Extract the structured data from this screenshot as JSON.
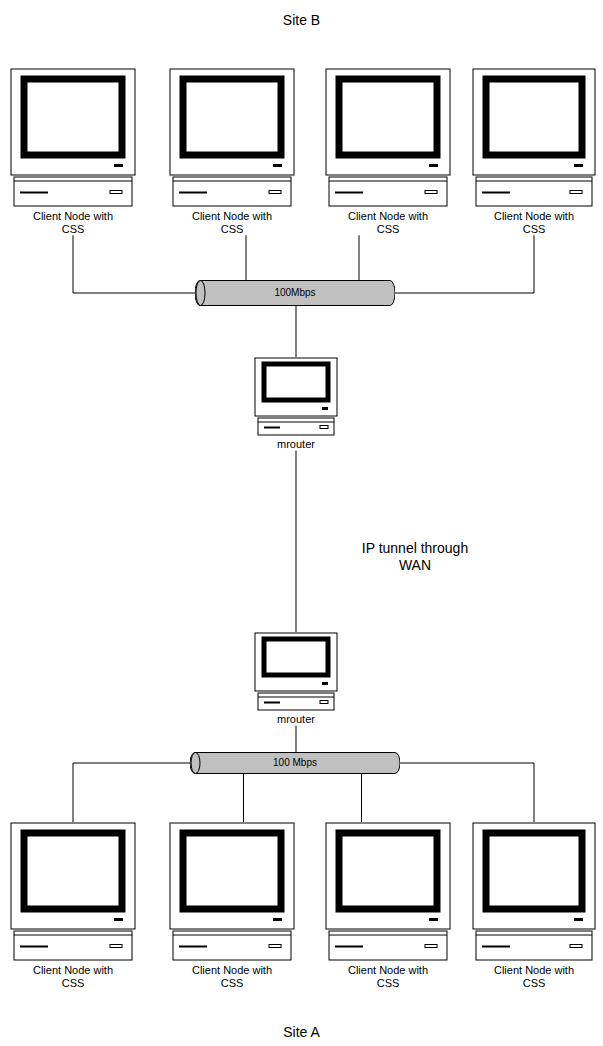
{
  "diagram": {
    "nodes": [
      {
        "text": [
          "Client Node with CSS"
        ]
      },
      {
        "text": [
          "Client Node with CSS"
        ]
      },
      {
        "text": [
          "Client Node with CSS"
        ]
      },
      {
        "text": [
          "Client Node with CSS"
        ]
      },
      {
        "text": [
          "100Mbps"
        ]
      },
      {
        "text": [
          "mrouter"
        ]
      },
      {
        "text": [
          "mrouter"
        ]
      },
      {
        "text": [
          "100 Mbps"
        ]
      },
      {
        "text": [
          "Client Node with CSS"
        ]
      },
      {
        "text": [
          "Client Node with CSS"
        ]
      },
      {
        "text": [
          "Client Node with CSS"
        ]
      },
      {
        "text": [
          "Client Node with CSS"
        ]
      }
    ],
    "edges": [
      {
        "from": 0,
        "to": 4,
        "arrow": "none"
      },
      {
        "from": 1,
        "to": 4,
        "arrow": "none"
      },
      {
        "from": 2,
        "to": 4,
        "arrow": "none"
      },
      {
        "from": 3,
        "to": 4,
        "arrow": "none"
      },
      {
        "from": 4,
        "to": 5,
        "arrow": "none"
      },
      {
        "from": 5,
        "to": 6,
        "label": "IP tunnel through WAN",
        "arrow": "none"
      },
      {
        "from": 6,
        "to": 7,
        "arrow": "none"
      },
      {
        "from": 7,
        "to": 8,
        "arrow": "none"
      },
      {
        "from": 7,
        "to": 9,
        "arrow": "none"
      },
      {
        "from": 7,
        "to": 10,
        "arrow": "none"
      },
      {
        "from": 7,
        "to": 11,
        "arrow": "none"
      }
    ],
    "labels": [
      "Site B",
      "Site A"
    ]
  }
}
